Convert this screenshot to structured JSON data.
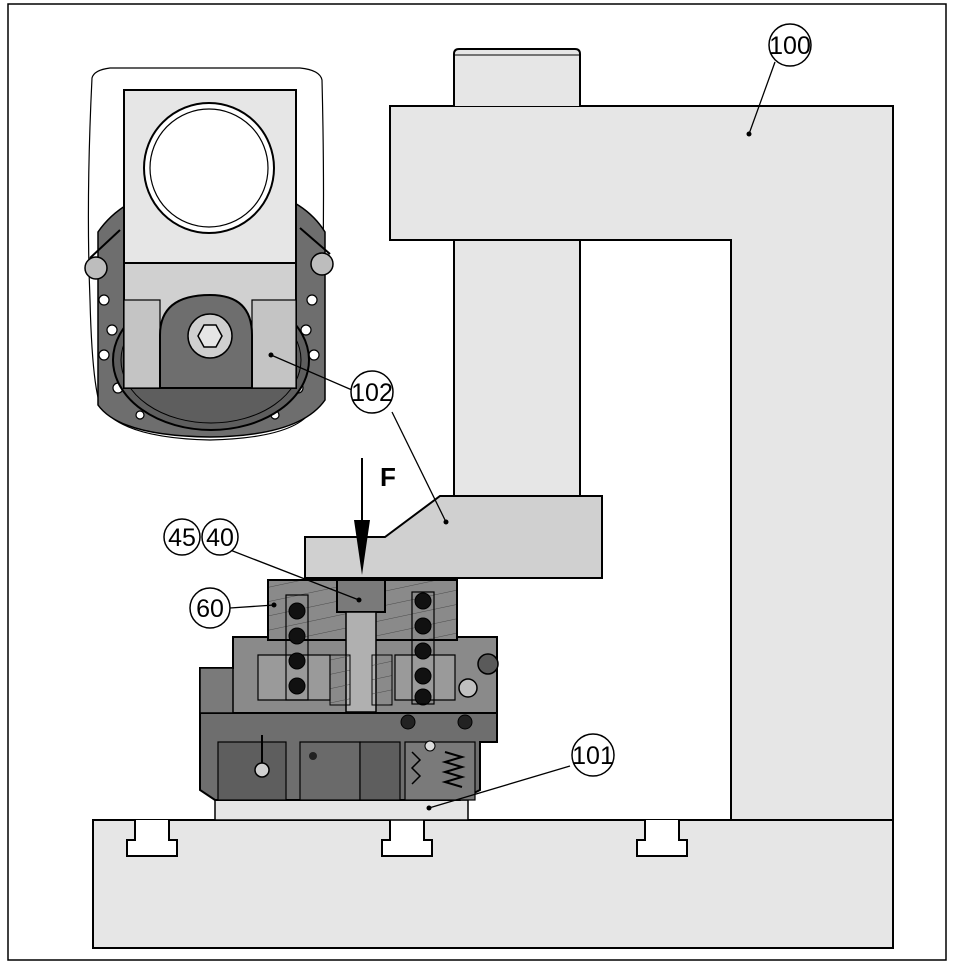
{
  "labels": {
    "frame": "100",
    "base": "101",
    "ram": "102",
    "part_a": "45",
    "part_b": "40",
    "spring_housing": "60"
  },
  "force": {
    "symbol": "F"
  },
  "colors": {
    "light_gray": "#e6e6e6",
    "mid_gray": "#cfcfcf",
    "dark_gray": "#6e6e6e",
    "outline": "#000000"
  }
}
